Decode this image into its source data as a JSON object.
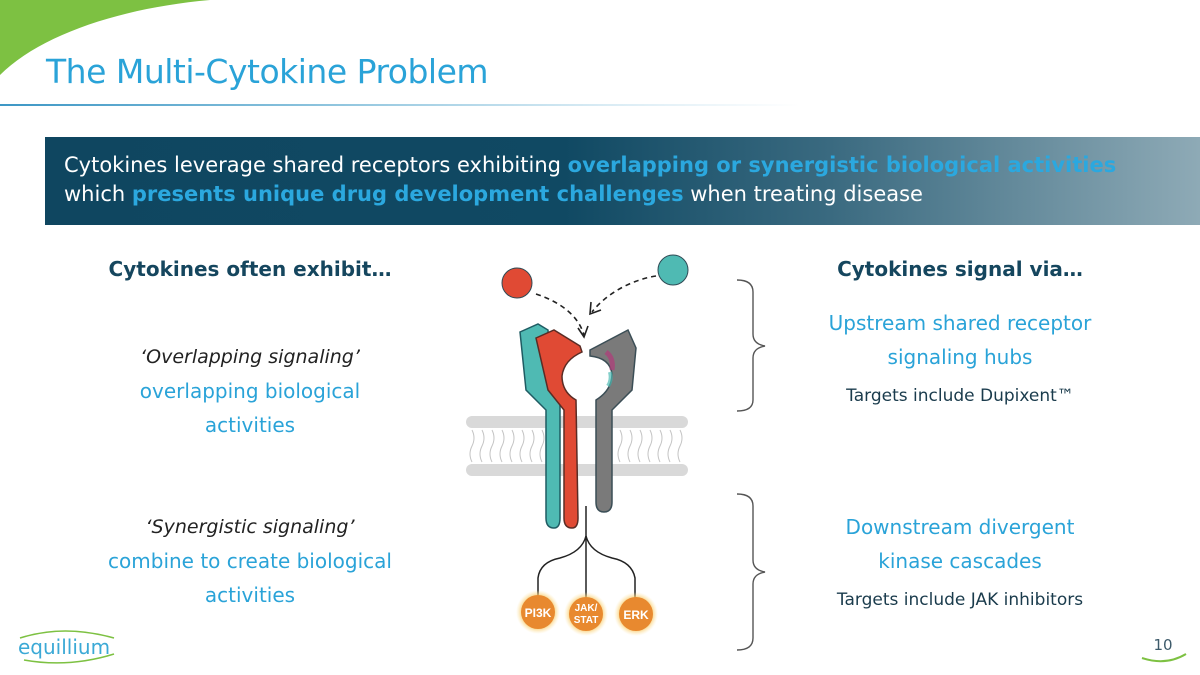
{
  "slide": {
    "title": "The Multi-Cytokine Problem",
    "page_number": "10",
    "colors": {
      "title_blue": "#2aa3d8",
      "banner_dark": "#0f4660",
      "heading_navy": "#15465e",
      "brand_green": "#7dc142",
      "cytokine_red": "#e04a34",
      "cytokine_teal": "#4fbab3",
      "receptor_gray": "#7a7a7a",
      "kinase_orange": "#e8892f"
    }
  },
  "banner": {
    "text_1": "Cytokines leverage shared receptors exhibiting ",
    "highlight_1": "overlapping or synergistic biological activities",
    "text_2": "which ",
    "highlight_2": "presents unique drug development challenges",
    "text_3": " when treating disease"
  },
  "left_column": {
    "heading": "Cytokines often exhibit…",
    "items": [
      {
        "term": "‘Overlapping signaling’",
        "description_line1": "overlapping biological",
        "description_line2": "activities"
      },
      {
        "term": "‘Synergistic signaling’",
        "description_line1": "combine to create biological",
        "description_line2": "activities"
      }
    ]
  },
  "right_column": {
    "heading": "Cytokines signal via…",
    "items": [
      {
        "title_line1": "Upstream shared receptor",
        "title_line2": "signaling hubs",
        "note": "Targets include Dupixent™"
      },
      {
        "title_line1": "Downstream divergent",
        "title_line2": "kinase cascades",
        "note": "Targets include JAK inhibitors"
      }
    ]
  },
  "diagram": {
    "kinases": [
      "PI3K",
      "JAK/",
      "STAT",
      "ERK"
    ]
  },
  "logo": {
    "text": "equillium"
  }
}
